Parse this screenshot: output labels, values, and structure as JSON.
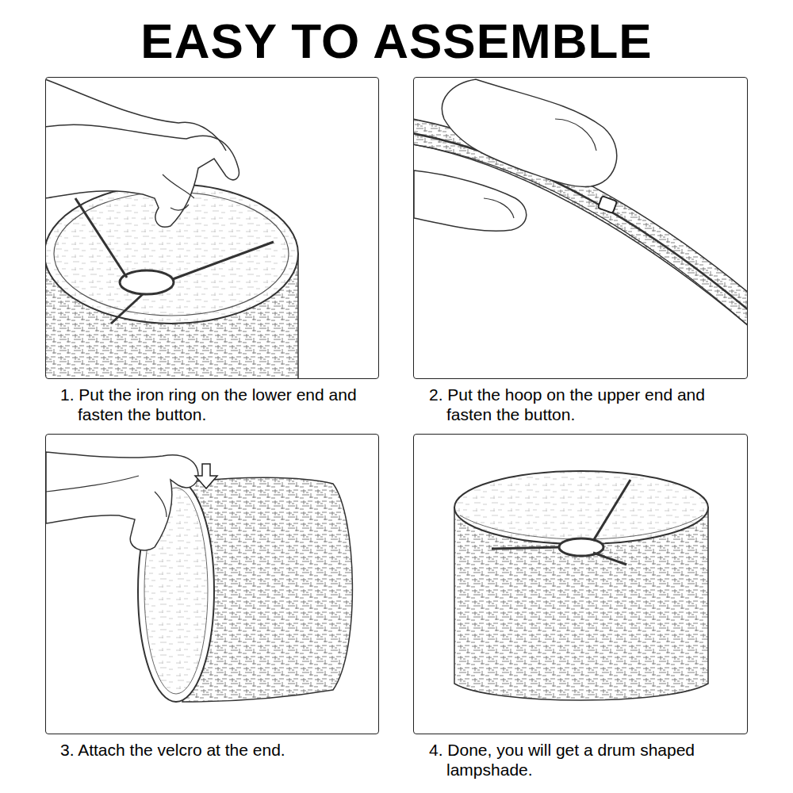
{
  "diagram": {
    "title": "EASY TO ASSEMBLE",
    "nodes": [
      {
        "text": [
          "1. Put the iron ring on the lower end and fasten the button."
        ]
      },
      {
        "text": [
          "2. Put the hoop on the upper end and fasten the button."
        ]
      },
      {
        "text": [
          "3. Attach the velcro at the end."
        ]
      },
      {
        "text": [
          "4. Done, you will get a drum shaped lampshade."
        ]
      }
    ]
  }
}
